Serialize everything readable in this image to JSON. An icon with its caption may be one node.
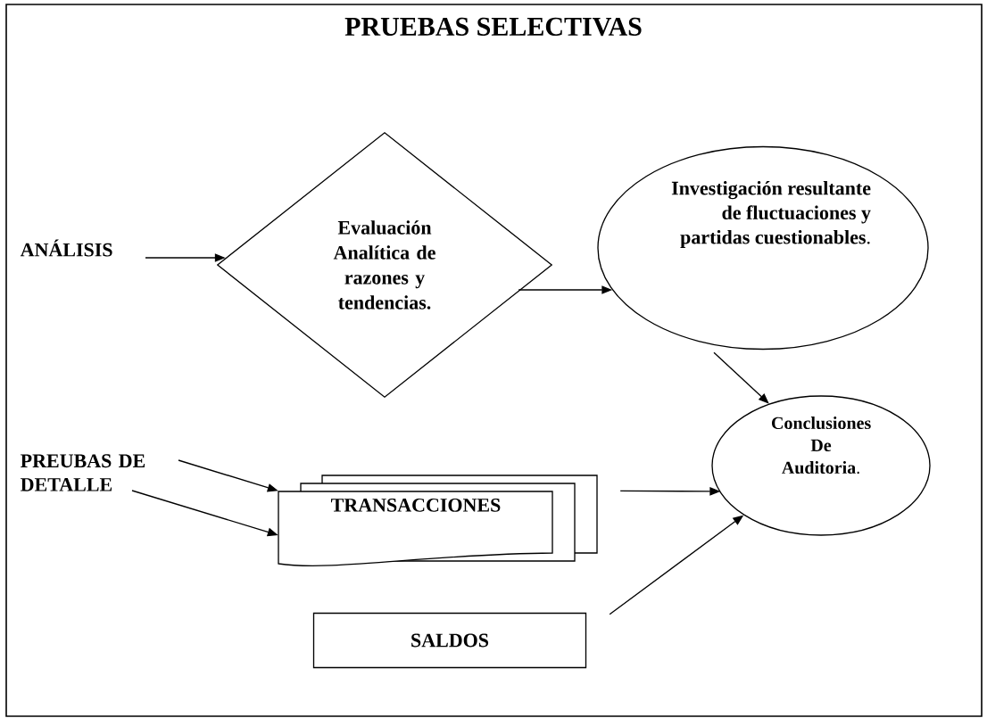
{
  "diagram": {
    "title": "PRUEBAS SELECTIVAS",
    "nodes": [
      {
        "text": [
          "ANÁLISIS"
        ]
      },
      {
        "text": [
          "Evaluación Analítica de razones y tendencias."
        ]
      },
      {
        "text": [
          "**Investigación resultante de fluctuaciones y partidas cuestionables**."
        ]
      },
      {
        "text": [
          "PREUBAS DE DETALLE"
        ]
      },
      {
        "text": [
          "TRANSACCIONES"
        ]
      },
      {
        "text": [
          "SALDOS"
        ]
      },
      {
        "text": [
          "**Conclusiones De Auditoria**."
        ]
      }
    ],
    "edges": [
      {
        "from": 0,
        "to": 1,
        "arrow": "to"
      },
      {
        "from": 1,
        "to": 2,
        "arrow": "to"
      },
      {
        "from": 2,
        "to": 6,
        "arrow": "to"
      },
      {
        "from": 3,
        "to": 4,
        "arrow": "to"
      },
      {
        "from": 3,
        "to": 4,
        "arrow": "to"
      },
      {
        "from": 4,
        "to": 6,
        "arrow": "to"
      },
      {
        "from": 5,
        "to": 6,
        "arrow": "to"
      }
    ]
  }
}
